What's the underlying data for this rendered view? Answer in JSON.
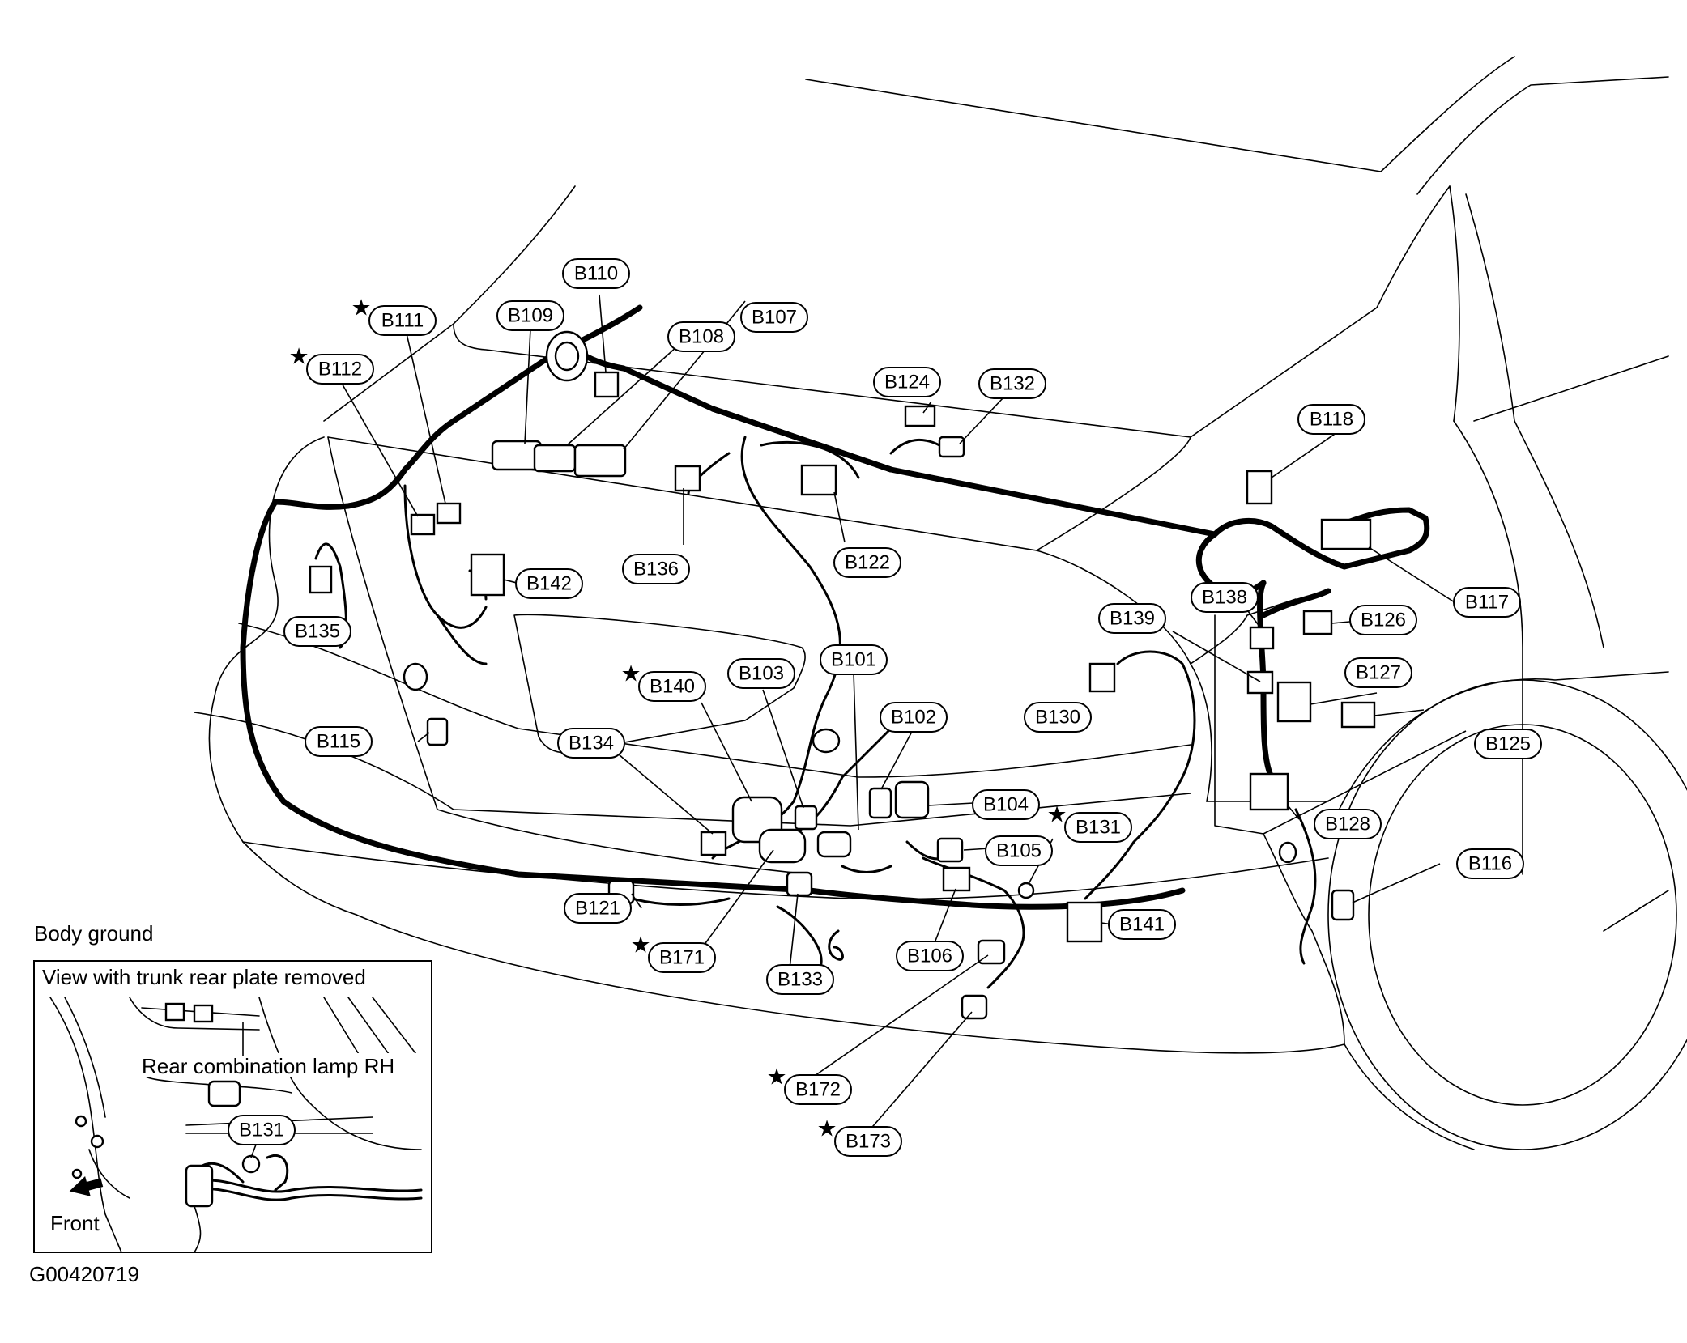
{
  "connectors": [
    {
      "id": "B101",
      "label": "B101",
      "star": false
    },
    {
      "id": "B102",
      "label": "B102",
      "star": false
    },
    {
      "id": "B103",
      "label": "B103",
      "star": false
    },
    {
      "id": "B104",
      "label": "B104",
      "star": false
    },
    {
      "id": "B105",
      "label": "B105",
      "star": false
    },
    {
      "id": "B106",
      "label": "B106",
      "star": false
    },
    {
      "id": "B107",
      "label": "B107",
      "star": false
    },
    {
      "id": "B108",
      "label": "B108",
      "star": false
    },
    {
      "id": "B109",
      "label": "B109",
      "star": false
    },
    {
      "id": "B110",
      "label": "B110",
      "star": false
    },
    {
      "id": "B111",
      "label": "B111",
      "star": true
    },
    {
      "id": "B112",
      "label": "B112",
      "star": true
    },
    {
      "id": "B115",
      "label": "B115",
      "star": false
    },
    {
      "id": "B116",
      "label": "B116",
      "star": false
    },
    {
      "id": "B117",
      "label": "B117",
      "star": false
    },
    {
      "id": "B118",
      "label": "B118",
      "star": false
    },
    {
      "id": "B121",
      "label": "B121",
      "star": false
    },
    {
      "id": "B122",
      "label": "B122",
      "star": false
    },
    {
      "id": "B124",
      "label": "B124",
      "star": false
    },
    {
      "id": "B125",
      "label": "B125",
      "star": false
    },
    {
      "id": "B126",
      "label": "B126",
      "star": false
    },
    {
      "id": "B127",
      "label": "B127",
      "star": false
    },
    {
      "id": "B128",
      "label": "B128",
      "star": false
    },
    {
      "id": "B130",
      "label": "B130",
      "star": false
    },
    {
      "id": "B131",
      "label": "B131",
      "star": true
    },
    {
      "id": "B132",
      "label": "B132",
      "star": false
    },
    {
      "id": "B133",
      "label": "B133",
      "star": false
    },
    {
      "id": "B134",
      "label": "B134",
      "star": false
    },
    {
      "id": "B135",
      "label": "B135",
      "star": false
    },
    {
      "id": "B136",
      "label": "B136",
      "star": false
    },
    {
      "id": "B138",
      "label": "B138",
      "star": false
    },
    {
      "id": "B139",
      "label": "B139",
      "star": false
    },
    {
      "id": "B140",
      "label": "B140",
      "star": true
    },
    {
      "id": "B141",
      "label": "B141",
      "star": false
    },
    {
      "id": "B142",
      "label": "B142",
      "star": false
    },
    {
      "id": "B171",
      "label": "B171",
      "star": true
    },
    {
      "id": "B172",
      "label": "B172",
      "star": true
    },
    {
      "id": "B173",
      "label": "B173",
      "star": true
    }
  ],
  "inset": {
    "heading": "Body ground",
    "caption": "View with trunk rear plate removed",
    "lamp_label": "Rear combination lamp RH",
    "connector_label": "B131",
    "direction_label": "Front"
  },
  "figure_id": "G00420719",
  "star_symbol": "★"
}
